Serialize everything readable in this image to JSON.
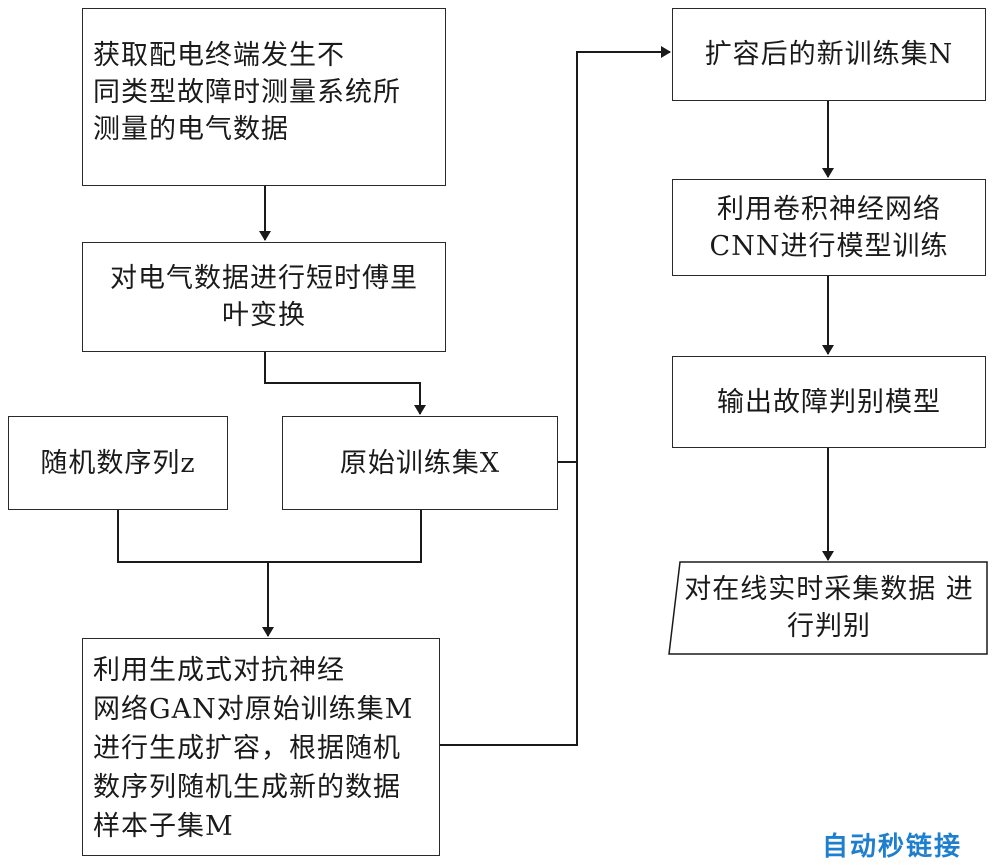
{
  "boxes": {
    "acquire": "  获取配电终端发生不\n同类型故障时测量系统所\n测量的电气数据",
    "stft": "对电气数据进行短时傅里\n叶变换",
    "random_seq": "随机数序列z",
    "orig_train": "原始训练集X",
    "gan": "  利用生成式对抗神经\n网络GAN对原始训练集M\n进行生成扩容，根据随机\n数序列随机生成新的数据\n样本子集M",
    "expanded": "扩容后的新训练集N",
    "cnn": "利用卷积神经网络\nCNN进行模型训练",
    "output_model": "输出故障判别模型",
    "online": "对在线实时采集数据\n进行判别"
  },
  "watermark": "自动秒链接",
  "colors": {
    "line": "#1a1a1a",
    "watermark": "#1f7fcf"
  }
}
